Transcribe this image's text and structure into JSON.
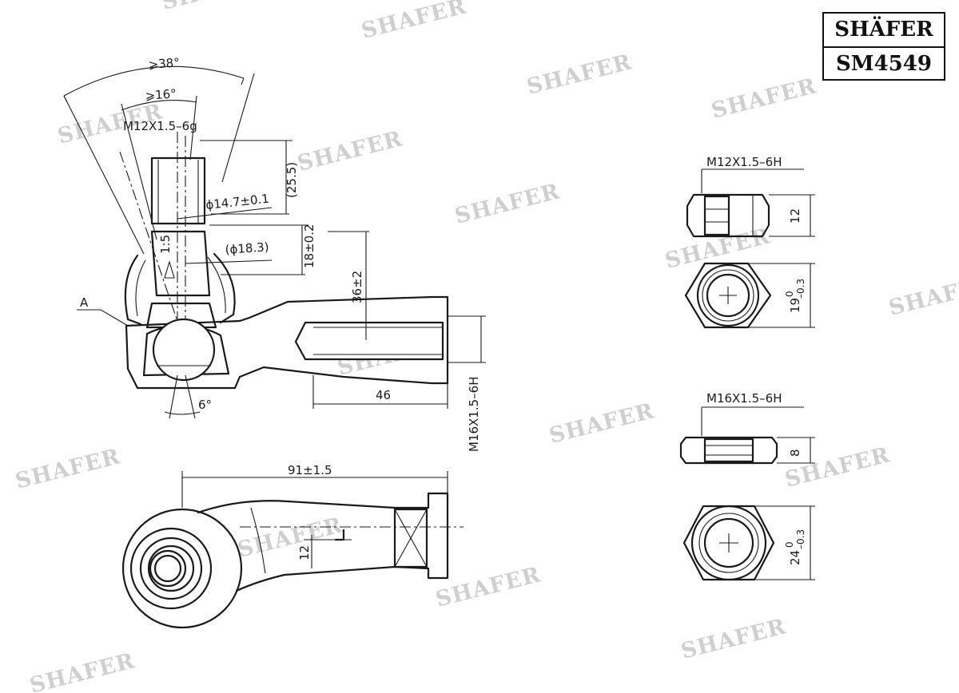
{
  "watermark_text": "SHAFER",
  "brand": {
    "name": "SHÄFER",
    "part_number": "SM4549"
  },
  "dimensions": {
    "angle_outer": "⩾38°",
    "angle_inner": "⩾16°",
    "stud_thread": "M12X1.5–6g",
    "stud_diameter": "ϕ14.7±0.1",
    "ball_diameter": "(ϕ18.3)",
    "taper": "1:5",
    "stud_length": "(25.5)",
    "boot_height": "18±0.2",
    "body_height": "36±2",
    "ball_angle": "6°",
    "detail_label": "A",
    "bore_thread": "M16X1.5–6H",
    "bore_depth": "46",
    "overall_length": "91±1.5",
    "offset": "12"
  },
  "nut_small": {
    "thread": "M12X1.5–6H",
    "height": "12",
    "width": "19",
    "tol_upper": "0",
    "tol_lower": "–0.3"
  },
  "nut_large": {
    "thread": "M16X1.5–6H",
    "height": "8",
    "width": "24",
    "tol_upper": "0",
    "tol_lower": "–0.3"
  }
}
